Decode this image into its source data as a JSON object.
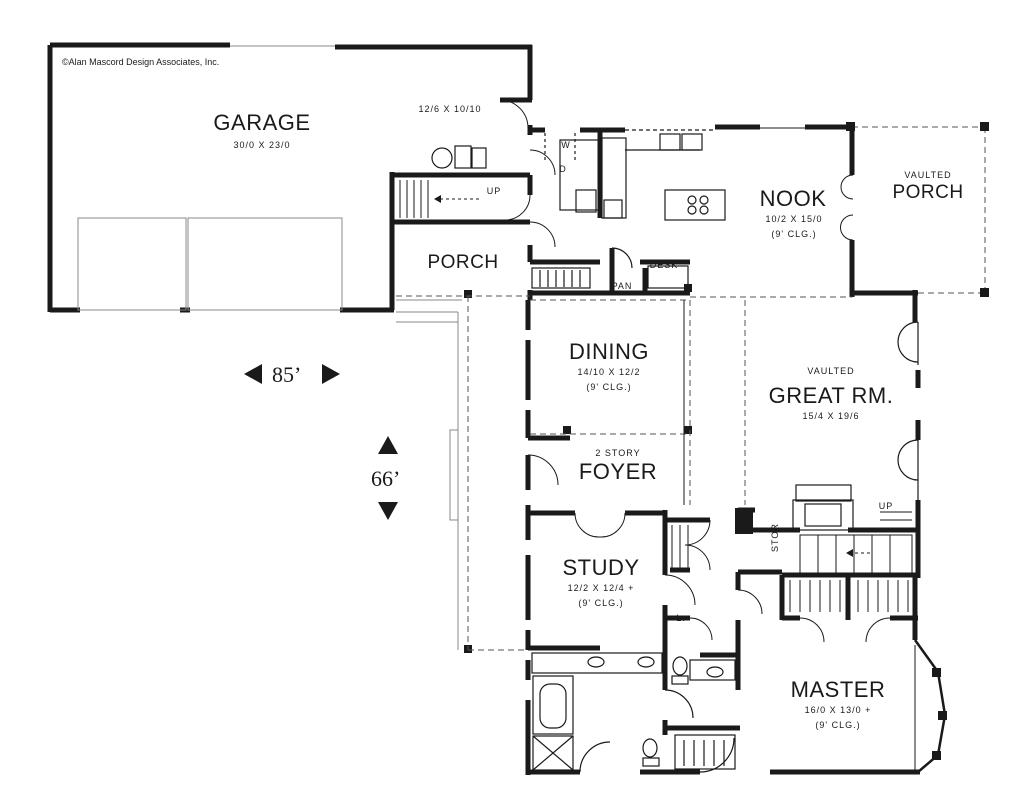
{
  "copyright": "©Alan Mascord Design Associates, Inc.",
  "overall": {
    "width": "85’",
    "depth": "66’"
  },
  "rooms": {
    "garage": {
      "name": "GARAGE",
      "dim": "30/0  X  23/0"
    },
    "mud": {
      "dim": "12/6  X  10/10"
    },
    "nook": {
      "name": "NOOK",
      "dim": "10/2  X  15/0",
      "note": "(9'  CLG.)"
    },
    "porch_rear": {
      "vaulted": "VAULTED",
      "name": "PORCH"
    },
    "porch_front": {
      "name": "PORCH"
    },
    "dining": {
      "name": "DINING",
      "dim": "14/10  X  12/2",
      "note": "(9'  CLG.)"
    },
    "great": {
      "vaulted": "VAULTED",
      "name": "GREAT RM.",
      "dim": "15/4  X  19/6"
    },
    "foyer": {
      "prefix": "2 STORY",
      "name": "FOYER"
    },
    "study": {
      "name": "STUDY",
      "dim": "12/2  X  12/4  +",
      "note": "(9'  CLG.)"
    },
    "master": {
      "name": "MASTER",
      "dim": "16/0  X  13/0  +",
      "note": "(9'  CLG.)"
    }
  },
  "labels": {
    "up_stair": "UP",
    "up_great": "UP",
    "desk": "DESK",
    "pan": "PAN",
    "stor": "STOR",
    "linen": "L.",
    "dw": "D",
    "w": "W"
  }
}
